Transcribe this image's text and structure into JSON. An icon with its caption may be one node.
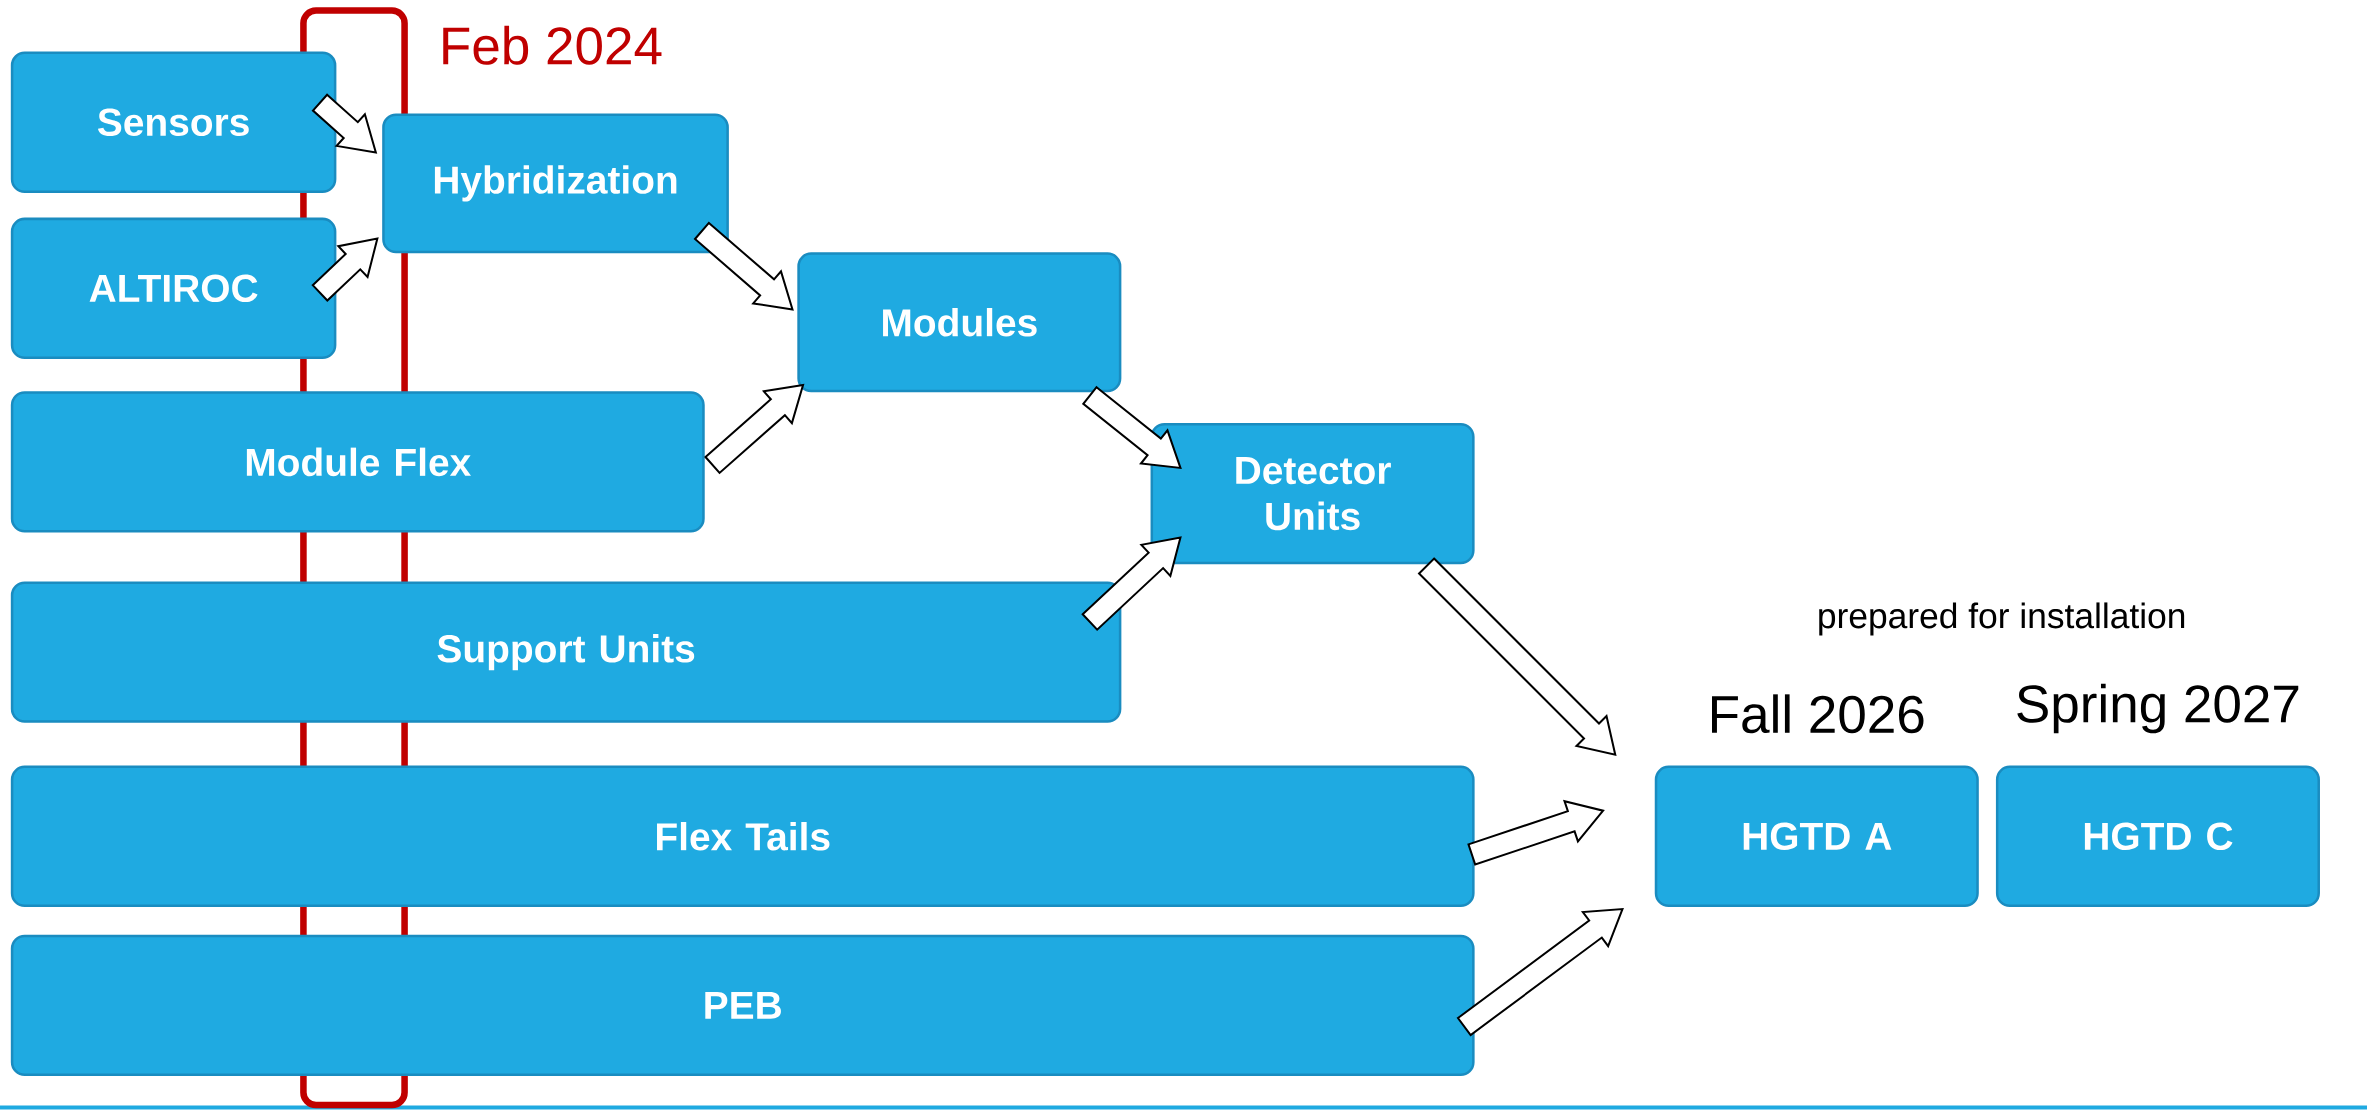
{
  "diagram": {
    "nodes": [
      {
        "text": [
          "Sensors"
        ]
      },
      {
        "text": [
          "ALTIROC"
        ]
      },
      {
        "text": [
          "Hybridization"
        ]
      },
      {
        "text": [
          "Module Flex"
        ]
      },
      {
        "text": [
          "Modules"
        ]
      },
      {
        "text": [
          "Detector Units"
        ]
      },
      {
        "text": [
          "Support Units"
        ]
      },
      {
        "text": [
          "Flex Tails"
        ]
      },
      {
        "text": [
          "PEB"
        ]
      },
      {
        "text": [
          "HGTD A"
        ],
        "beside": [
          "Fall 2026"
        ]
      },
      {
        "text": [
          "HGTD C"
        ],
        "beside": [
          "Spring 2027"
        ]
      }
    ],
    "edges": [
      {
        "from": 0,
        "to": 2,
        "arrow": "to"
      },
      {
        "from": 1,
        "to": 2,
        "arrow": "to"
      },
      {
        "from": 2,
        "to": 4,
        "arrow": "to"
      },
      {
        "from": 3,
        "to": 4,
        "arrow": "to"
      },
      {
        "from": 4,
        "to": 5,
        "arrow": "to"
      },
      {
        "from": 6,
        "to": 5,
        "arrow": "to"
      },
      {
        "from": 5,
        "to": 9,
        "arrow": "to"
      },
      {
        "from": 7,
        "to": 9,
        "arrow": "to"
      },
      {
        "from": 8,
        "to": 9,
        "arrow": "to"
      }
    ],
    "labels": [
      "Feb 2024",
      "prepared for installation"
    ]
  }
}
